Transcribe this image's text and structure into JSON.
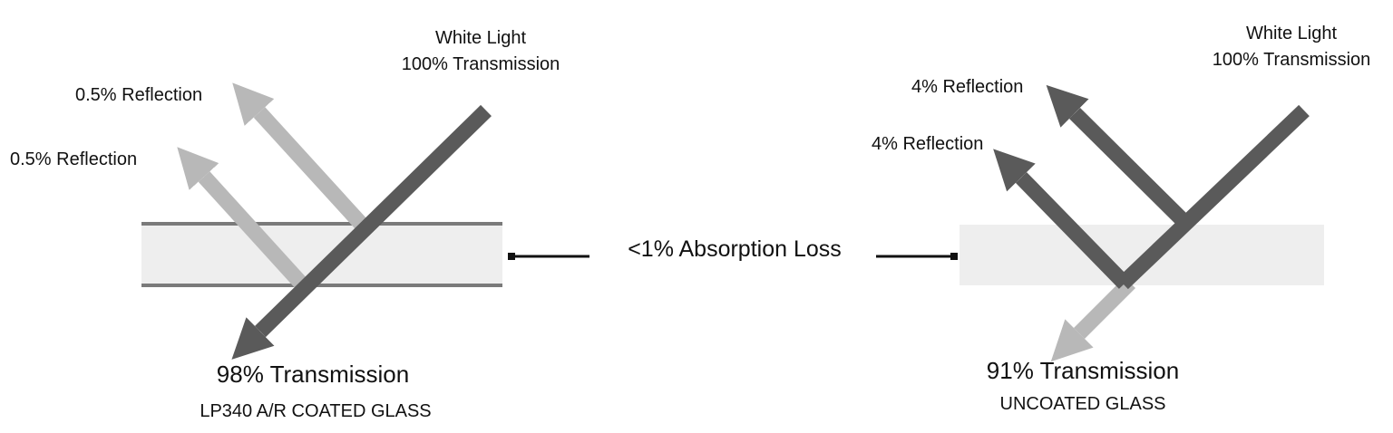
{
  "colors": {
    "dark_ray": "#5a5a5a",
    "light_ray": "#b8b8b8",
    "glass_fill": "#eeeeee",
    "glass_edge": "#7a7a7a"
  },
  "left_panel": {
    "incident_line1": "White Light",
    "incident_line2": "100% Transmission",
    "reflection_top": "0.5% Reflection",
    "reflection_bottom": "0.5% Reflection",
    "transmission": "98% Transmission",
    "glass_name": "LP340 A/R COATED GLASS"
  },
  "right_panel": {
    "incident_line1": "White Light",
    "incident_line2": "100% Transmission",
    "reflection_top": "4% Reflection",
    "reflection_bottom": "4% Reflection",
    "transmission": "91% Transmission",
    "glass_name": "UNCOATED GLASS"
  },
  "center": {
    "absorption": "<1% Absorption Loss"
  }
}
